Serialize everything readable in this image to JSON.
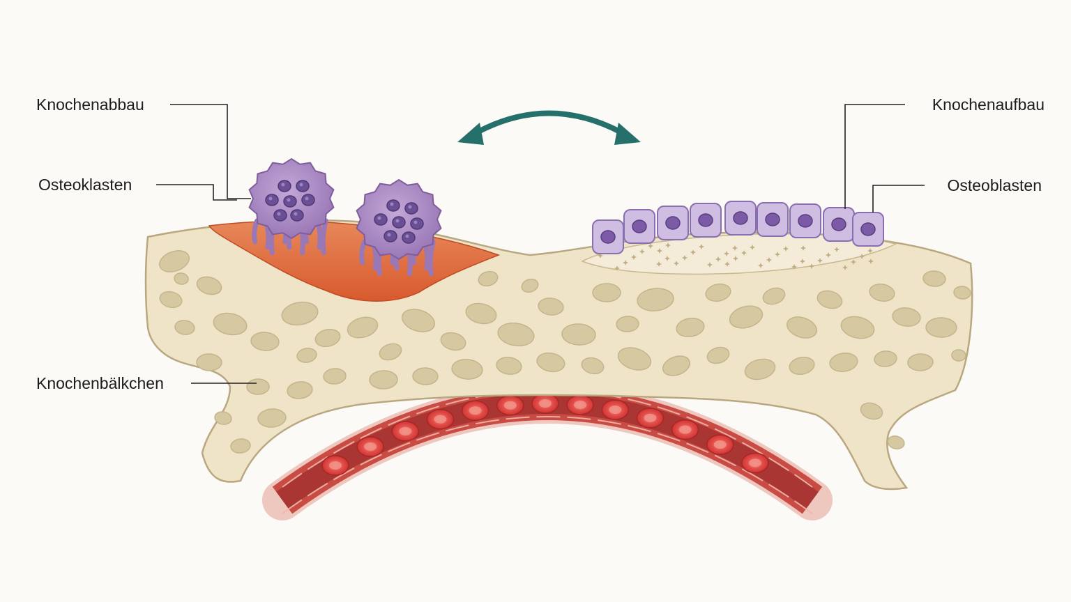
{
  "labels": {
    "bone_resorption": "Knochenabbau",
    "osteoclasts": "Osteoklasten",
    "trabecula": "Knochenbälkchen",
    "bone_formation": "Knochenaufbau",
    "osteoblasts": "Osteoblasten"
  },
  "colors": {
    "background": "#fbfaf6",
    "bone": "#efe4c7",
    "bone_outline": "#b9a77f",
    "bone_pore": "#d6c9a2",
    "resorption_pit": "#de6a3b",
    "osteoclast": "#b495c9",
    "osteoclast_nucleus": "#6a4f95",
    "osteoblast": "#cfbde2",
    "osteoblast_nucleus": "#7c5aa6",
    "osteoid": "#f4ecd8",
    "arrow": "#26706b",
    "vessel_wall": "#dc6f64",
    "red_blood_cell": "#dd3c3c",
    "leader_line": "#222222"
  },
  "icons": {
    "cycle_arrow": "double-headed-curved-arrow"
  }
}
